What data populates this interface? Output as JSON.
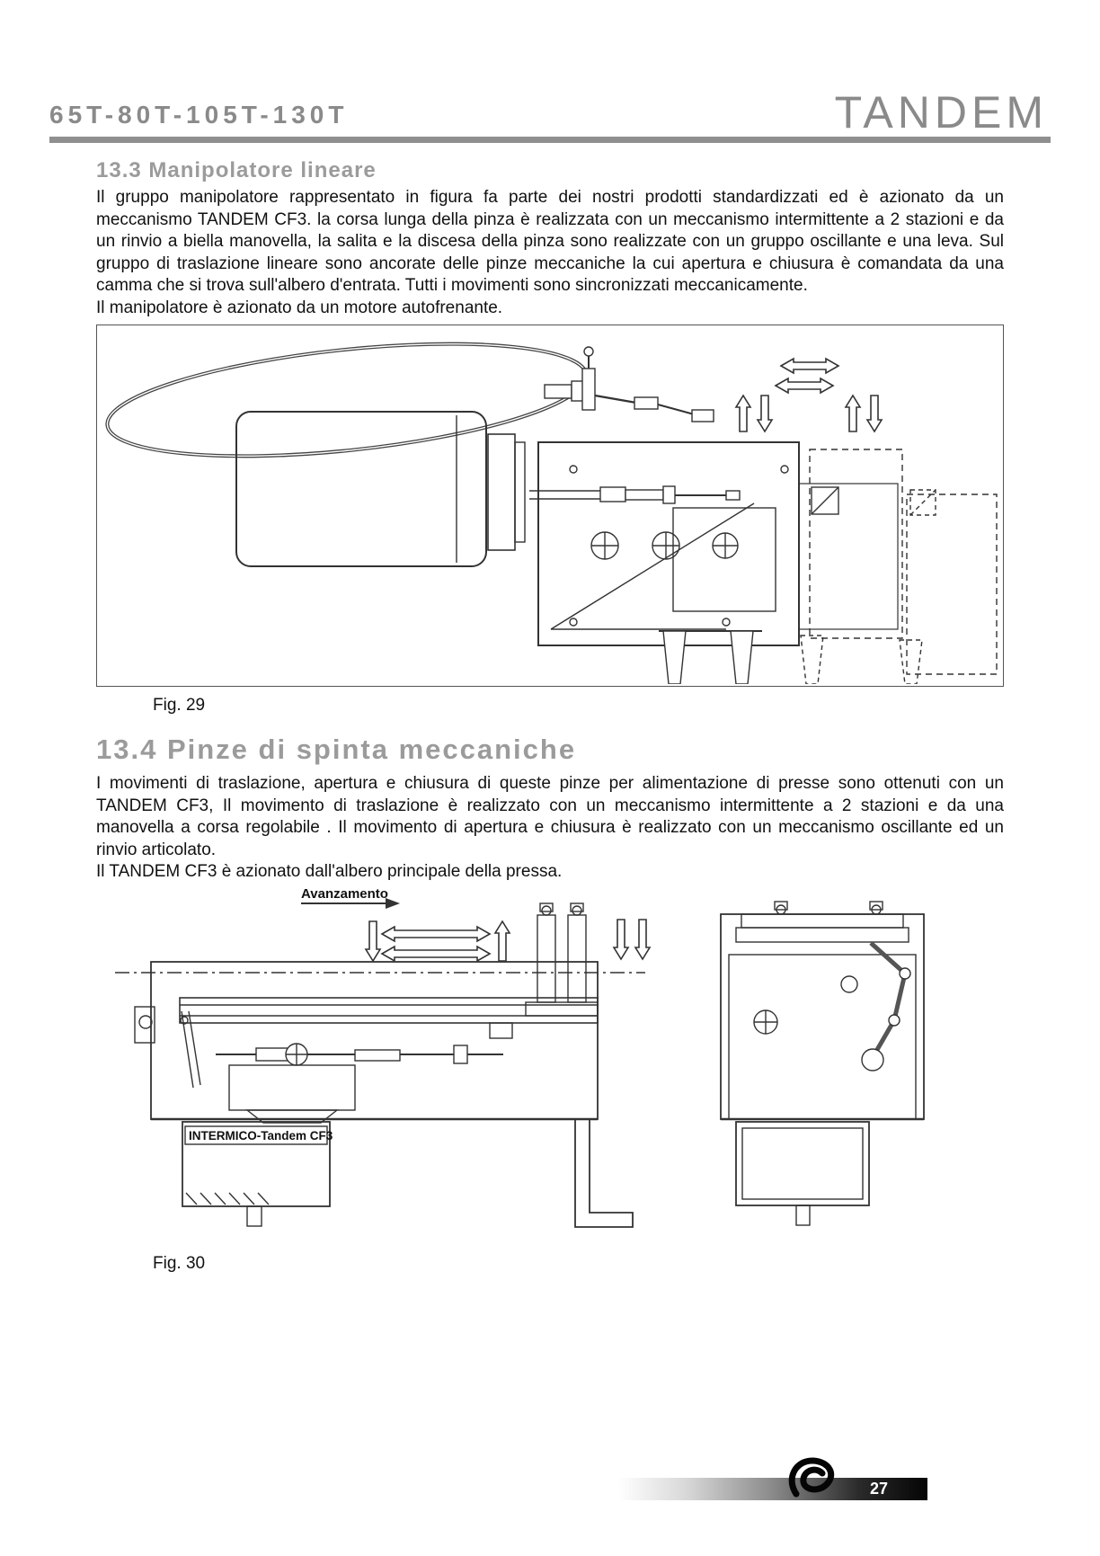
{
  "header": {
    "models": "65T-80T-105T-130T",
    "brand": "TANDEM"
  },
  "sections": {
    "s133": {
      "heading": "13.3 Manipolatore lineare",
      "body": "Il gruppo manipolatore rappresentato in figura fa parte dei nostri prodotti standardizzati ed è azionato da un meccanismo TANDEM CF3. la corsa lunga della pinza è realizzata con un meccanismo intermittente a 2 stazioni e da un rinvio a biella manovella, la salita e la discesa della pinza sono realizzate con un gruppo oscillante e una leva. Sul gruppo di traslazione lineare sono ancorate delle pinze meccaniche la cui apertura e chiusura è comandata da una camma che si trova sull'albero d'entrata. Tutti i movimenti sono sincronizzati meccanicamente.",
      "body2": "Il manipolatore è azionato da un motore autofrenante.",
      "caption": "Fig. 29"
    },
    "s134": {
      "heading": "13.4 Pinze di spinta meccaniche",
      "body": "I movimenti di traslazione, apertura e chiusura di queste pinze per alimentazione di presse sono ottenuti con un TANDEM CF3, Il movimento di traslazione è realizzato con un meccanismo intermittente a 2 stazioni e da una manovella a corsa regolabile . Il movimento di apertura e chiusura è realizzato con un meccanismo oscillante ed un rinvio articolato.",
      "body2": "Il TANDEM CF3 è azionato dall'albero principale della pressa.",
      "caption": "Fig. 30",
      "labels": {
        "advance": "Avanzamento",
        "unit": "INTERMICO-Tandem CF3"
      }
    }
  },
  "footer": {
    "page_number": "27"
  },
  "theme": {
    "heading_color": "#9b9b9b",
    "header_rule_color": "#8f8f8f",
    "text_color": "#111111"
  }
}
